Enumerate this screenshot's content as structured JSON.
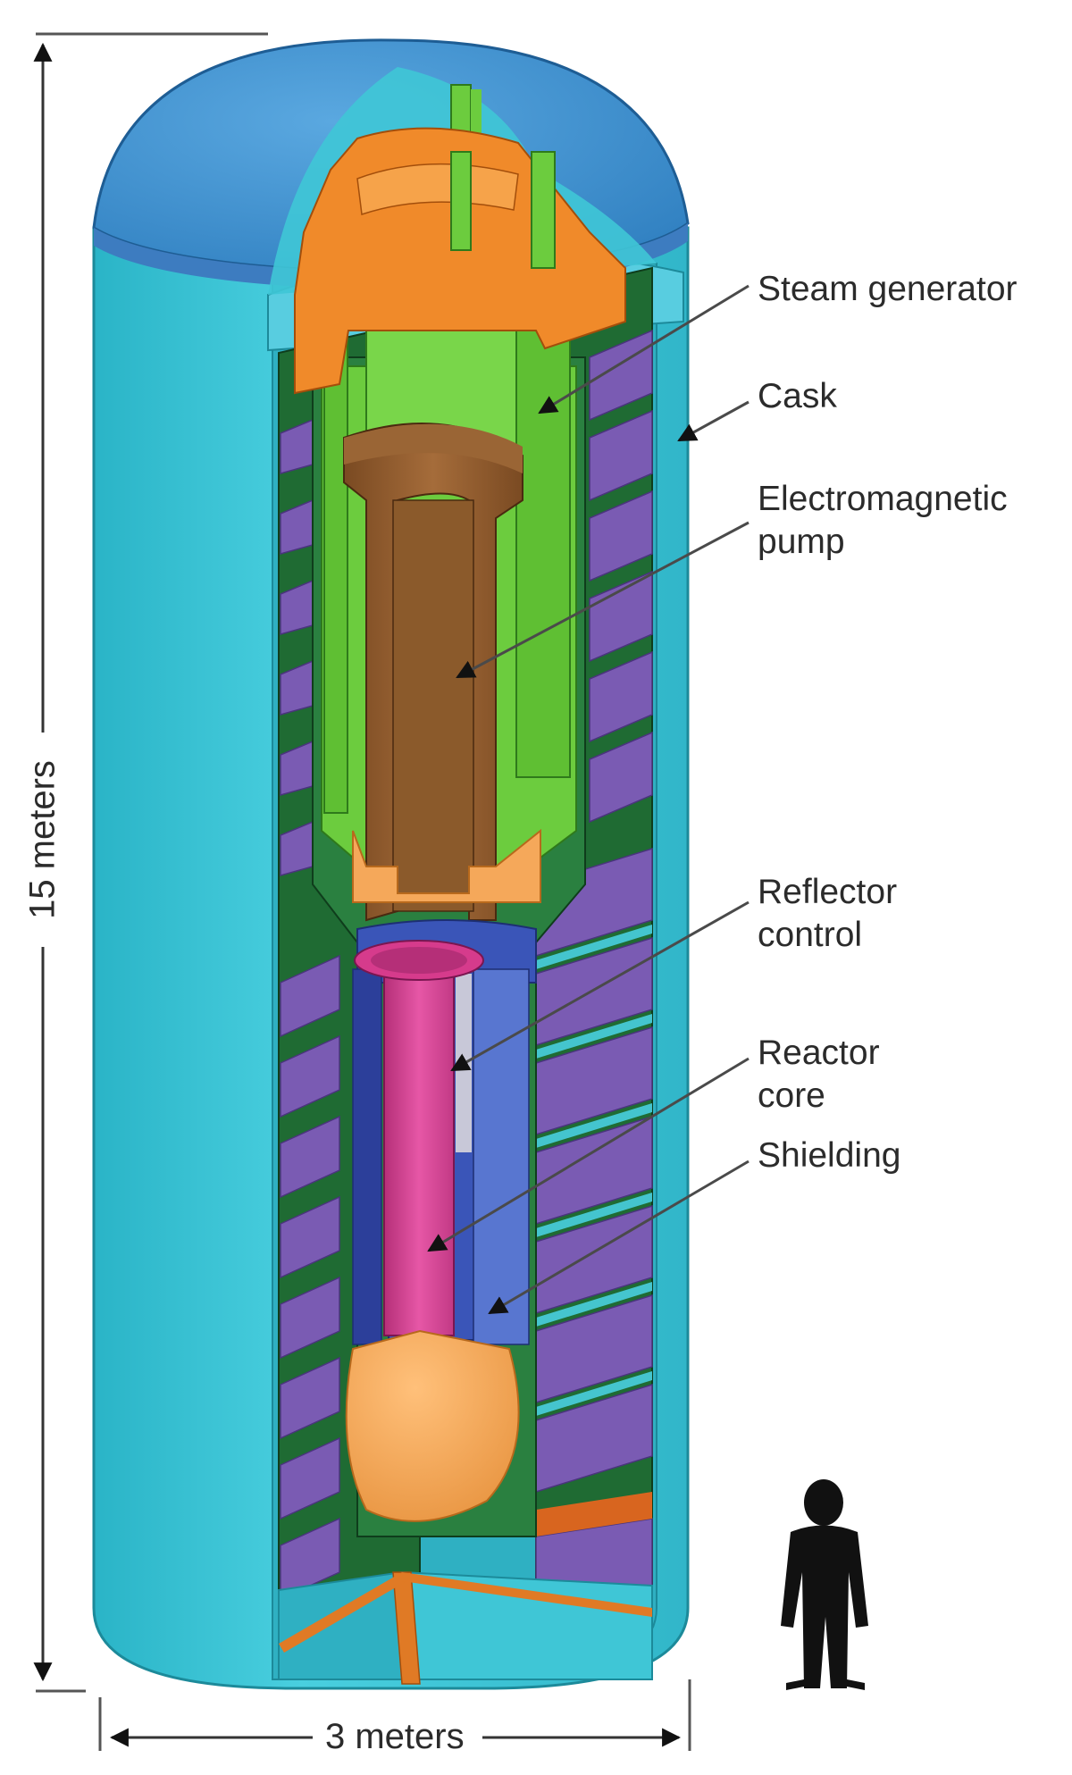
{
  "labels": {
    "steam_generator": "Steam generator",
    "cask": "Cask",
    "electromagnetic_pump_line1": "Electromagnetic",
    "electromagnetic_pump_line2": "pump",
    "reflector_control_line1": "Reflector",
    "reflector_control_line2": "control",
    "reactor_core_line1": "Reactor",
    "reactor_core_line2": "core",
    "shielding": "Shielding"
  },
  "dimensions": {
    "height": "15 meters",
    "width": "3 meters"
  },
  "colors": {
    "cask": "#3fc6d6",
    "cask_dark": "#2aa9bb",
    "dome": "#3b8fd0",
    "steam_generator": "#6ccc3e",
    "pump": "#8b5a2b",
    "top_plate": "#f08a2a",
    "shielding": "#7a5bb3",
    "inner_liner": "#1f6b33",
    "reactor_core": "#e0459a",
    "reflector": "#4a6bc4",
    "lower_plenum": "#f5a85a"
  }
}
